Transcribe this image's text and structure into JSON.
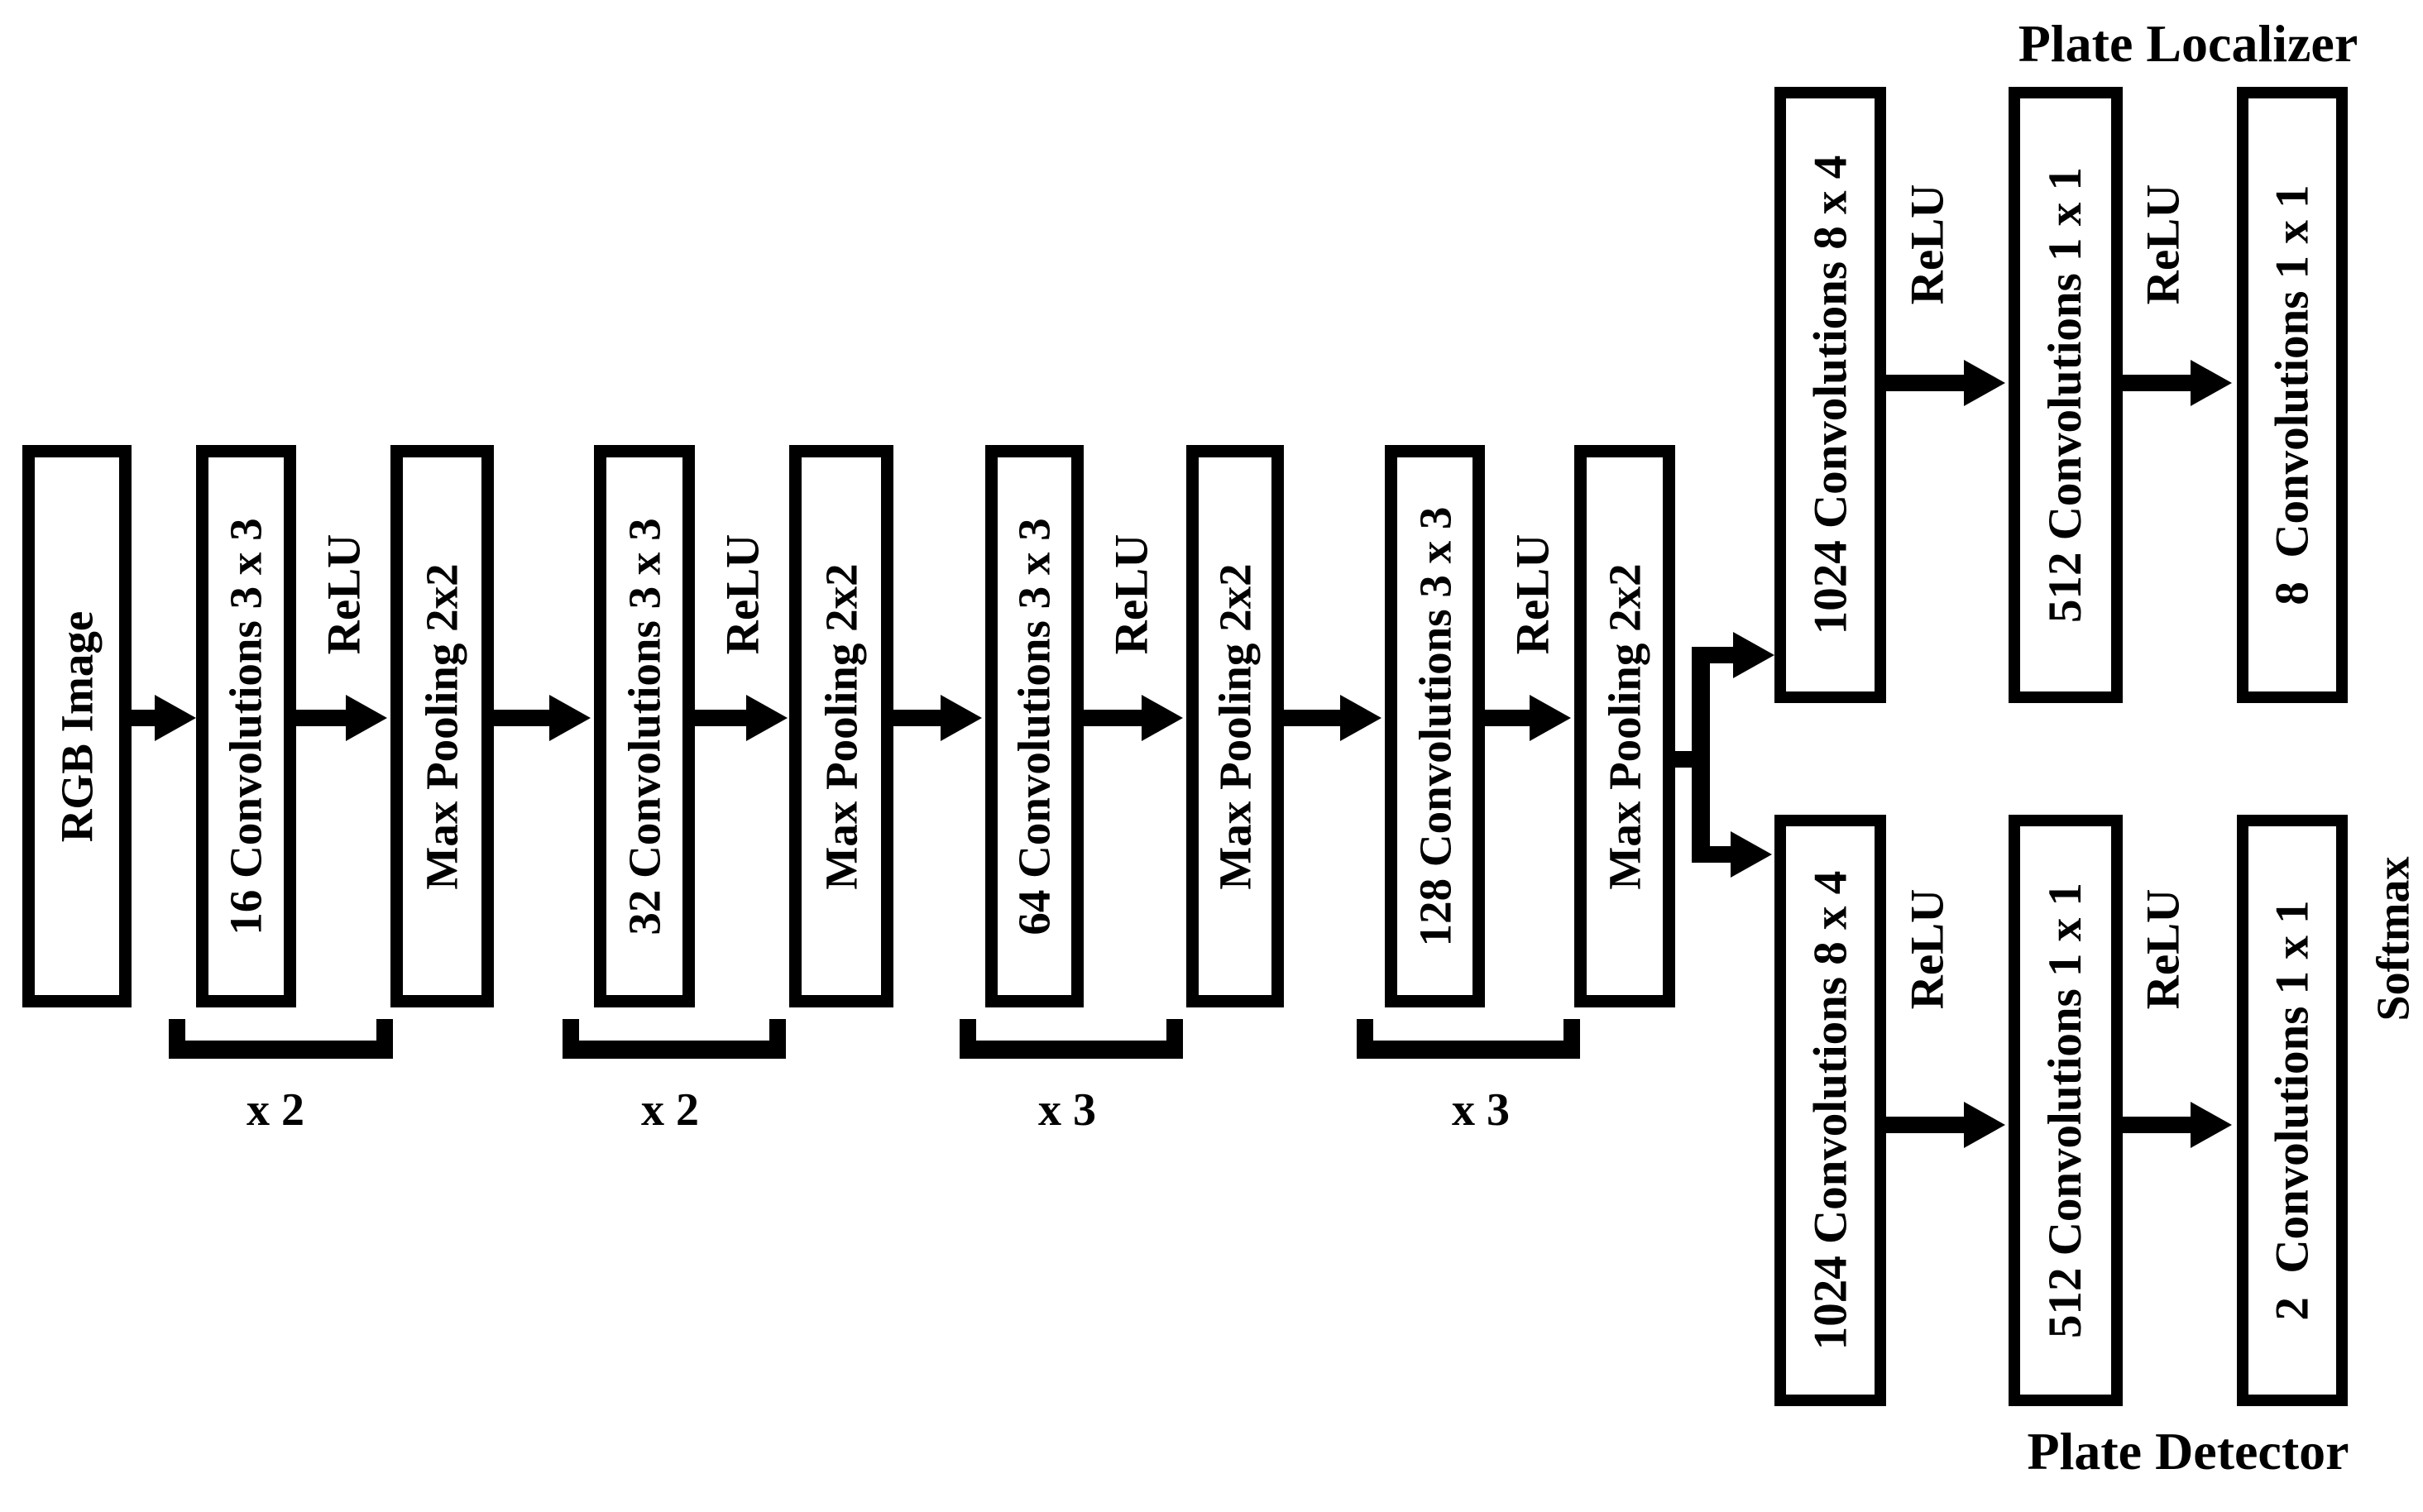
{
  "colors": {
    "ink": "#000000",
    "background": "#ffffff"
  },
  "relu": "ReLU",
  "backbone": {
    "input": "RGB Image",
    "blocks": [
      {
        "conv": "16 Convolutions 3 x 3",
        "pool": "Max Pooling 2x2",
        "repeat": "x 2"
      },
      {
        "conv": "32 Convolutions 3 x 3",
        "pool": "Max Pooling 2x2",
        "repeat": "x 2"
      },
      {
        "conv": "64 Convolutions 3 x 3",
        "pool": "Max Pooling 2x2",
        "repeat": "x 3"
      },
      {
        "conv": "128 Convolutions 3 x 3",
        "pool": "Max Pooling 2x2",
        "repeat": "x 3"
      }
    ]
  },
  "localizer": {
    "title": "Plate Localizer",
    "layers": [
      "1024 Convolutions 8 x 4",
      "512 Convolutions 1 x 1",
      "8  Convolutions 1 x 1"
    ]
  },
  "detector": {
    "title": "Plate Detector",
    "softmax": "Softmax",
    "layers": [
      "1024 Convolutions 8 x 4",
      "512 Convolutions 1 x 1",
      "2  Convolutions 1 x 1"
    ]
  }
}
